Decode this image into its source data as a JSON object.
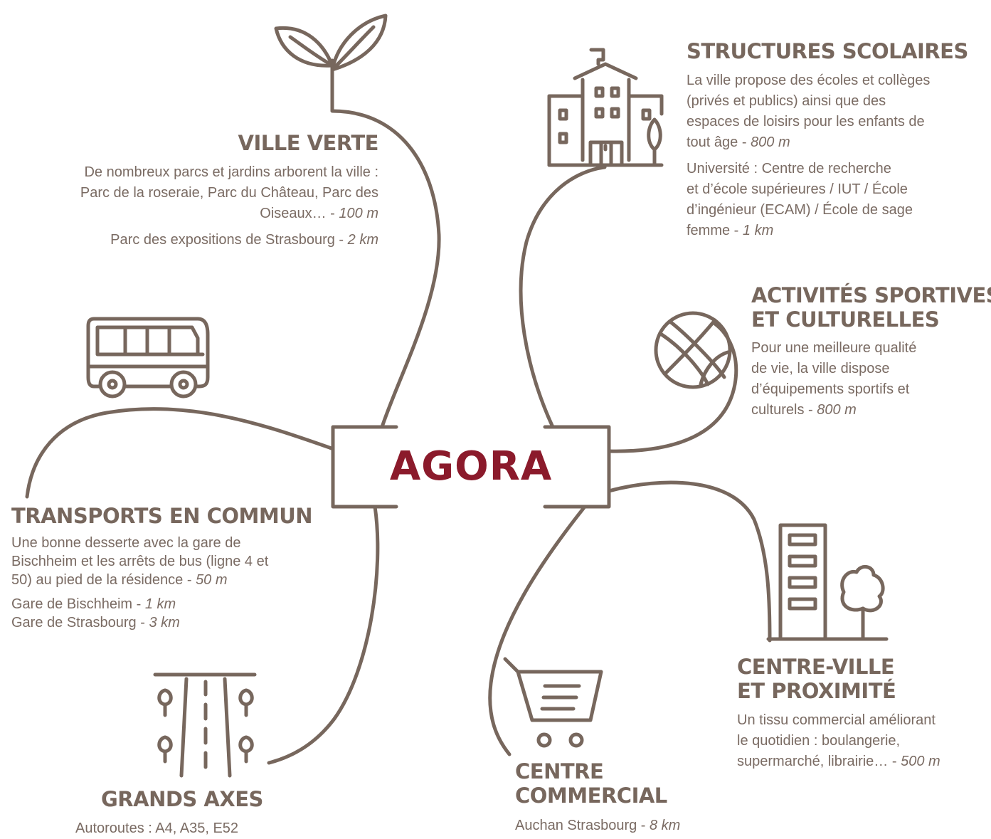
{
  "colors": {
    "line": "#77675d",
    "accent": "#8b1a2b",
    "text": "#7a6b63"
  },
  "center": {
    "label": "AGORA"
  },
  "ville_verte": {
    "icon": "sprout-icon",
    "title": "VILLE VERTE",
    "p1_l1": "De nombreux parcs et jardins arborent la ville :",
    "p1_l2": "Parc de la roseraie, Parc du Château, Parc des",
    "p1_l3": "Oiseaux… - ",
    "p1_dist": "100 m",
    "p2_text": "Parc des expositions de Strasbourg - ",
    "p2_dist": "2 km"
  },
  "structures_scolaires": {
    "icon": "school-building-icon",
    "title": "STRUCTURES SCOLAIRES",
    "p1_l1": "La ville propose des écoles et collèges",
    "p1_l2": "(privés et publics) ainsi que des",
    "p1_l3": "espaces de loisirs pour les enfants de",
    "p1_l4": "tout âge - ",
    "p1_dist": "800 m",
    "p2_l1": "Université : Centre de recherche",
    "p2_l2": "et d’école supérieures / IUT / École",
    "p2_l3": "d’ingénieur (ECAM) / École de sage",
    "p2_l4": "femme - ",
    "p2_dist": "1 km"
  },
  "activites": {
    "icon": "basketball-icon",
    "title_l1": "ACTIVITÉS SPORTIVES",
    "title_l2": "ET CULTURELLES",
    "l1": "Pour une meilleure qualité",
    "l2": "de vie, la ville dispose",
    "l3": "d’équipements sportifs et",
    "l4": "culturels - ",
    "dist": "800 m"
  },
  "transports": {
    "icon": "bus-icon",
    "title": "TRANSPORTS EN COMMUN",
    "p1_l1": "Une bonne desserte avec la gare de",
    "p1_l2": "Bischheim et les arrêts de bus (ligne 4 et",
    "p1_l3": "50) au pied de la résidence - ",
    "p1_dist": "50 m",
    "p2_l1": "Gare de Bischheim - ",
    "p2_dist1": "1 km",
    "p2_l2": "Gare de Strasbourg - ",
    "p2_dist2": "3 km"
  },
  "grands_axes": {
    "icon": "road-icon",
    "title": "GRANDS AXES",
    "l1": "Autoroutes : A4, A35, E52"
  },
  "centre_commercial": {
    "icon": "shopping-cart-icon",
    "title_l1": "CENTRE",
    "title_l2": "COMMERCIAL",
    "l1": "Auchan Strasbourg - ",
    "dist": "8 km"
  },
  "centre_ville": {
    "icon": "building-tree-icon",
    "title_l1": "CENTRE-VILLE",
    "title_l2": "ET PROXIMITÉ",
    "l1": "Un tissu commercial améliorant",
    "l2": "le quotidien : boulangerie,",
    "l3": "supermarché, librairie… - ",
    "dist": "500 m"
  }
}
